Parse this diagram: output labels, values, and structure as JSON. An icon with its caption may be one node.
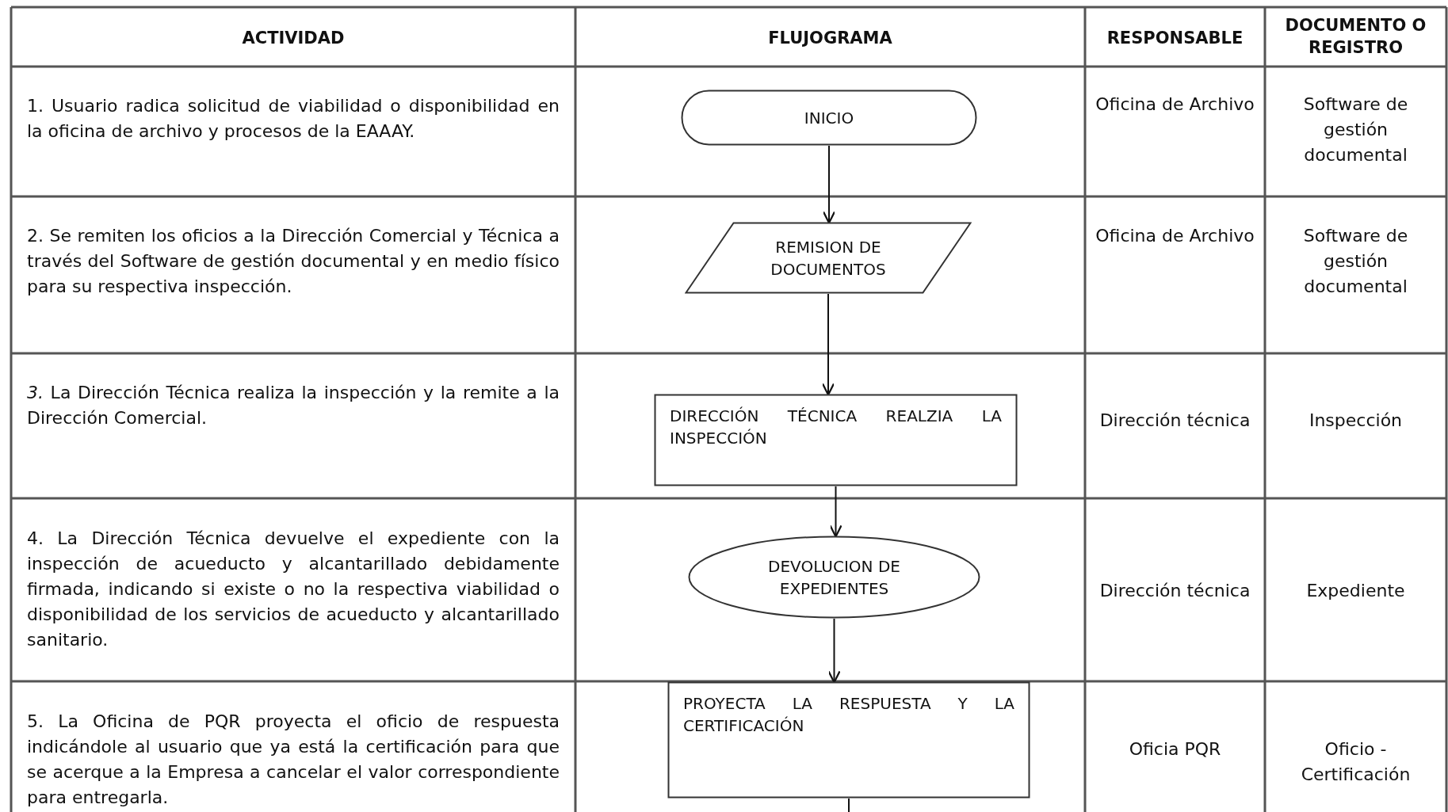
{
  "diagram": {
    "nodes": [
      {
        "text": [
          "INICIO"
        ]
      },
      {
        "text": [
          "REMISION DE DOCUMENTOS"
        ]
      },
      {
        "text": [
          "DIRECCIÓN TÉCNICA REALZIA LA INSPECCIÓN"
        ]
      },
      {
        "text": [
          "DEVOLUCION DE EXPEDIENTES"
        ]
      },
      {
        "text": [
          "PROYECTA LA RESPUESTA Y LA CERTIFICACIÓN"
        ]
      }
    ],
    "edges": [
      {
        "from": 0,
        "to": 1,
        "arrow": "to"
      },
      {
        "from": 1,
        "to": 2,
        "arrow": "to"
      },
      {
        "from": 2,
        "to": 3,
        "arrow": "to"
      },
      {
        "from": 3,
        "to": 4,
        "arrow": "to"
      },
      {
        "from": 4,
        "to": null,
        "arrow": "none"
      }
    ],
    "labels": [
      "ACTIVIDAD",
      "FLUJOGRAMA",
      "RESPONSABLE",
      "DOCUMENTO O REGISTRO",
      "1. Usuario radica solicitud de viabilidad o disponibilidad en la oficina de archivo y procesos de la EAAAY.",
      "Oficina de Archivo",
      "Software de gestión documental",
      "2. Se remiten los oficios a la Dirección Comercial y Técnica a través del Software de gestión documental y en medio físico para su respectiva inspección.",
      "Oficina de Archivo",
      "Software de gestión documental",
      "*3.* La Dirección Técnica realiza la inspección y la remite a la Dirección Comercial.",
      "Dirección técnica",
      "Inspección",
      "4. La Dirección Técnica devuelve el expediente con la inspección de acueducto y alcantarillado debidamente firmada, indicando si existe o no la respectiva viabilidad o disponibilidad de los servicios de acueducto y alcantarillado sanitario.",
      "Dirección técnica",
      "Expediente",
      "5. La Oficina de PQR proyecta el oficio de respuesta indicándole al usuario que ya está la certificación para que se acerque a la Empresa a cancelar el valor correspondiente para entregarla.",
      "Oficia PQR",
      "Oficio - Certificación"
    ]
  }
}
